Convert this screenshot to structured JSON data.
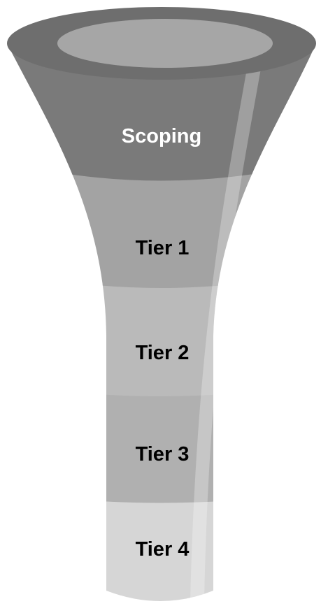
{
  "stages": [
    {
      "label": "Scoping",
      "fill": "#7a7a7a",
      "text_color": "#ffffff"
    },
    {
      "label": "Tier 1",
      "fill": "#a3a3a3",
      "text_color": "#000000"
    },
    {
      "label": "Tier 2",
      "fill": "#bababa",
      "text_color": "#000000"
    },
    {
      "label": "Tier 3",
      "fill": "#b0b0b0",
      "text_color": "#000000"
    },
    {
      "label": "Tier 4",
      "fill": "#d6d6d6",
      "text_color": "#000000"
    }
  ],
  "colors": {
    "rim": "#6e6e6e",
    "opening": "#a6a6a6",
    "highlight": "#ffffff"
  }
}
